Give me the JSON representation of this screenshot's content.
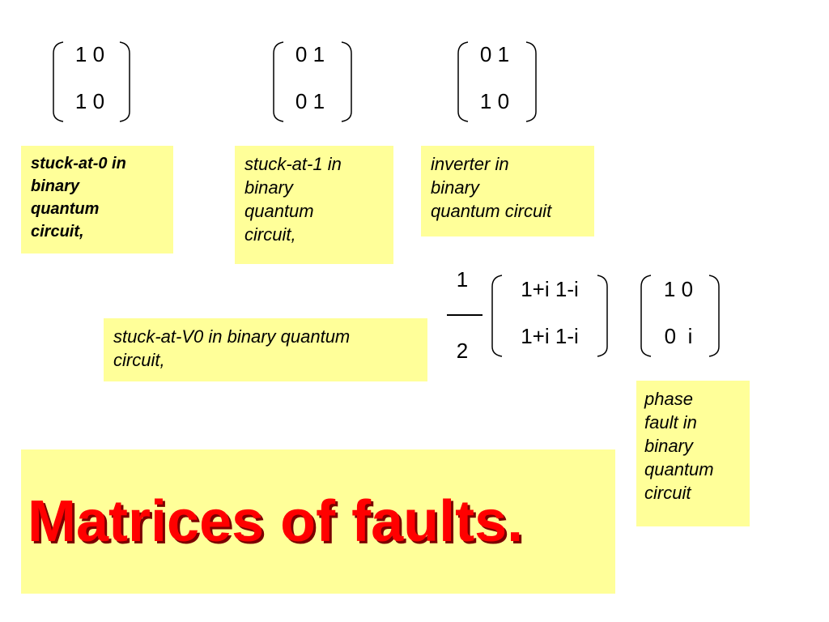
{
  "matrices": {
    "stuck_at_0": {
      "rows": [
        "1 0",
        "1 0"
      ]
    },
    "stuck_at_1": {
      "rows": [
        "0 1",
        "0 1"
      ]
    },
    "inverter": {
      "rows": [
        "0 1",
        "1 0"
      ]
    },
    "v0": {
      "coefficient_numerator": "1",
      "coefficient_denominator": "2",
      "rows": [
        "1+i 1-i",
        "1+i 1-i"
      ]
    },
    "phase": {
      "rows": [
        "1 0",
        "0  i"
      ]
    }
  },
  "notes": {
    "stuck_at_0": [
      "stuck-at-0 in",
      "binary",
      "quantum",
      "circuit,"
    ],
    "stuck_at_1": [
      "stuck-at-1 in",
      "binary",
      "quantum",
      "circuit,"
    ],
    "inverter": [
      "inverter in",
      "binary",
      "quantum circuit"
    ],
    "v0": [
      "stuck-at-V0 in binary quantum",
      "circuit,"
    ],
    "phase": [
      "phase",
      "fault in",
      "binary",
      "quantum",
      "circuit"
    ]
  },
  "title": "Matrices of faults.",
  "colors": {
    "note_background": "#ffff99",
    "title": "#ff0000"
  }
}
